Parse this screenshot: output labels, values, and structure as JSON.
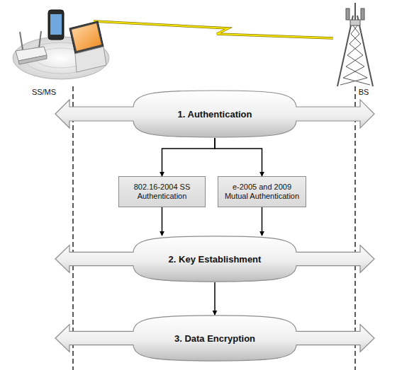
{
  "diagram": {
    "nodes": [
      {
        "text": [
          "1. Authentication"
        ]
      },
      {
        "text": [
          "802.16-2004 SS Authentication"
        ]
      },
      {
        "text": [
          "e-2005 and 2009 Mutual Authentication"
        ]
      },
      {
        "text": [
          "2. Key Establishment"
        ]
      },
      {
        "text": [
          "3. Data Encryption"
        ]
      }
    ],
    "edges": [
      {
        "from": 0,
        "to": 1,
        "arrow": "to"
      },
      {
        "from": 0,
        "to": 2,
        "arrow": "to"
      },
      {
        "from": 1,
        "to": 3,
        "arrow": "to"
      },
      {
        "from": 2,
        "to": 3,
        "arrow": "to"
      },
      {
        "from": 3,
        "to": 4,
        "arrow": "to"
      }
    ],
    "labels": [
      "SS/MS",
      "BS"
    ]
  }
}
